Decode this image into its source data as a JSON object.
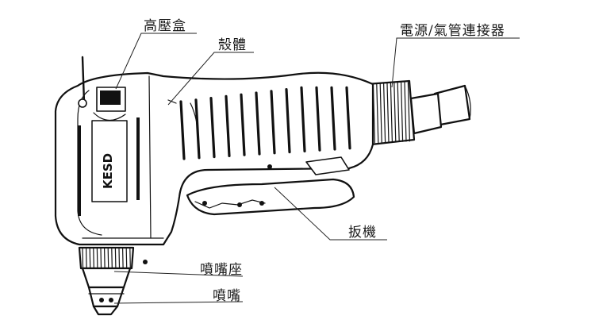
{
  "labels": {
    "pressure_box": "高壓盒",
    "housing": "殼體",
    "connector": "電源/氣管連接器",
    "trigger": "扳機",
    "nozzle_seat": "噴嘴座",
    "nozzle": "噴嘴"
  },
  "logo_text": "KESD"
}
